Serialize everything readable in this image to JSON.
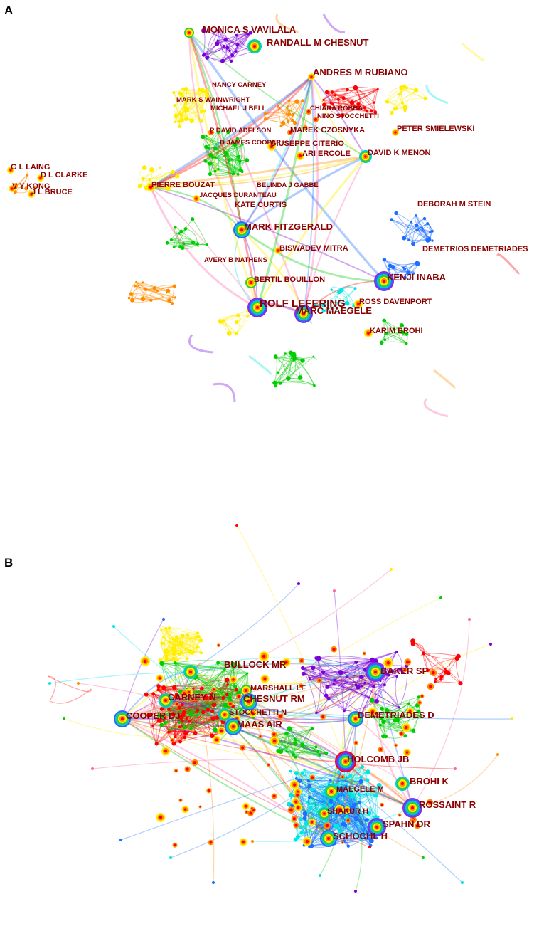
{
  "panels": [
    {
      "letter": "A",
      "labels": [
        {
          "text": "MONICA S VAVILALA",
          "size": "large"
        },
        {
          "text": "RANDALL M CHESNUT",
          "size": "large"
        },
        {
          "text": "ANDRES M RUBIANO",
          "size": "large"
        },
        {
          "text": "NANCY CARNEY",
          "size": "small"
        },
        {
          "text": "MARK S WAINWRIGHT",
          "size": "small"
        },
        {
          "text": "MICHAEL J BELL",
          "size": "small"
        },
        {
          "text": "CHIARA ROBBA",
          "size": "small"
        },
        {
          "text": "NINO STOCCHETTI",
          "size": "small"
        },
        {
          "text": "P DAVID ADELSON",
          "size": "small"
        },
        {
          "text": "MAREK CZOSNYKA",
          "size": "medium"
        },
        {
          "text": "PETER SMIELEWSKI",
          "size": "medium"
        },
        {
          "text": "D JAMES COOPER",
          "size": "small"
        },
        {
          "text": "GIUSEPPE CITERIO",
          "size": "medium"
        },
        {
          "text": "ARI ERCOLE",
          "size": "medium"
        },
        {
          "text": "DAVID K MENON",
          "size": "medium"
        },
        {
          "text": "G L LAING",
          "size": "medium"
        },
        {
          "text": "D L CLARKE",
          "size": "medium"
        },
        {
          "text": "V Y KONG",
          "size": "medium"
        },
        {
          "text": "J L BRUCE",
          "size": "medium"
        },
        {
          "text": "PIERRE BOUZAT",
          "size": "medium"
        },
        {
          "text": "BELINDA J GABBE",
          "size": "small"
        },
        {
          "text": "JACQUES DURANTEAU",
          "size": "small"
        },
        {
          "text": "KATE CURTIS",
          "size": "medium"
        },
        {
          "text": "DEBORAH M STEIN",
          "size": "medium"
        },
        {
          "text": "MARK FITZGERALD",
          "size": "large"
        },
        {
          "text": "DEMETRIOS DEMETRIADES",
          "size": "medium"
        },
        {
          "text": "BISWADEV MITRA",
          "size": "medium"
        },
        {
          "text": "AVERY B NATHENS",
          "size": "small"
        },
        {
          "text": "KENJI INABA",
          "size": "large"
        },
        {
          "text": "BERTIL BOUILLON",
          "size": "medium"
        },
        {
          "text": "ROLF LEFERING",
          "size": "xlarge"
        },
        {
          "text": "ROSS DAVENPORT",
          "size": "medium"
        },
        {
          "text": "MARC MAEGELE",
          "size": "large"
        },
        {
          "text": "KARIM BROHI",
          "size": "medium"
        }
      ]
    },
    {
      "letter": "B",
      "labels": [
        {
          "text": "BULLOCK MR",
          "size": "large"
        },
        {
          "text": "BAKER SP",
          "size": "large"
        },
        {
          "text": "MARSHALL LF",
          "size": "medium"
        },
        {
          "text": "CARNEY N",
          "size": "large"
        },
        {
          "text": "CHESNUT RM",
          "size": "large"
        },
        {
          "text": "STOCCHETTI N",
          "size": "medium"
        },
        {
          "text": "COOPER DJ",
          "size": "large"
        },
        {
          "text": "DEMETRIADES D",
          "size": "large"
        },
        {
          "text": "MAAS AIR",
          "size": "large"
        },
        {
          "text": "HOLCOMB JB",
          "size": "large"
        },
        {
          "text": "BROHI K",
          "size": "large"
        },
        {
          "text": "MAEGELE M",
          "size": "medium"
        },
        {
          "text": "ROSSAINT R",
          "size": "large"
        },
        {
          "text": "SHAKUR H",
          "size": "medium"
        },
        {
          "text": "SPAHN DR",
          "size": "large"
        },
        {
          "text": "SCHOCHL H",
          "size": "large"
        }
      ]
    }
  ],
  "cluster_colors": [
    "#ff0000",
    "#ffee00",
    "#00cc00",
    "#7a00d9",
    "#ff8c00",
    "#1e6fff",
    "#00e5e5",
    "#ff66aa"
  ]
}
